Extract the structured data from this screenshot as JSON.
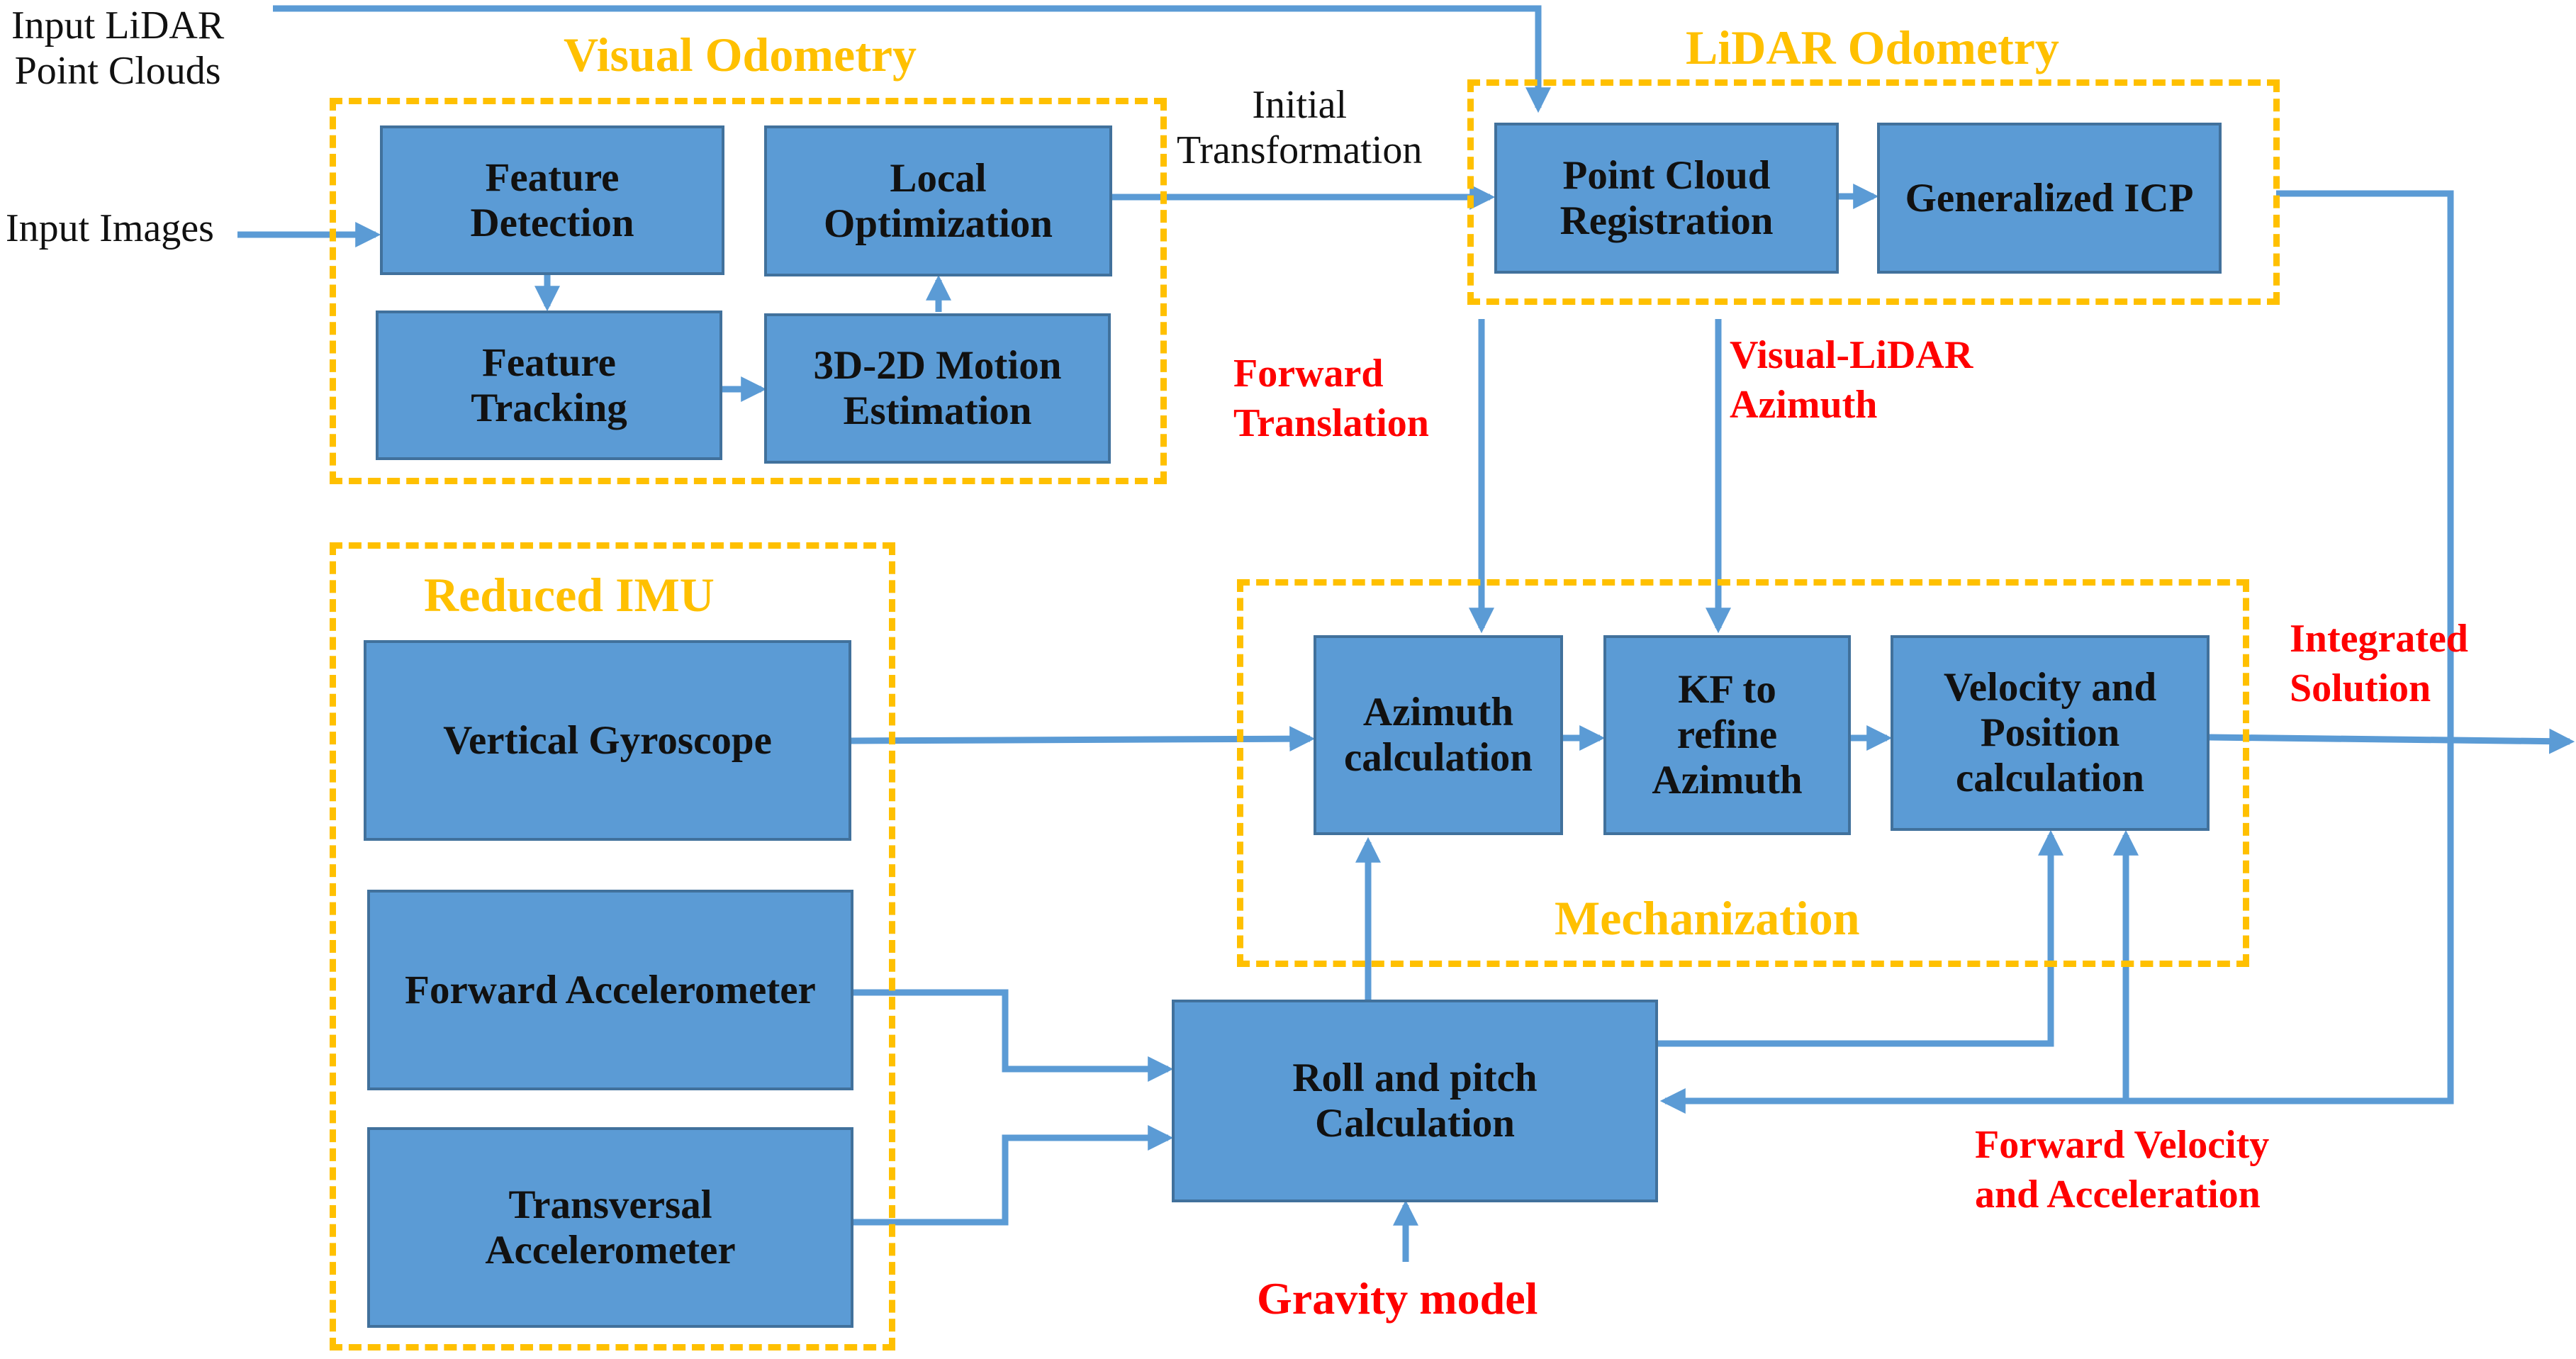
{
  "inputs": {
    "lidar_point_clouds": "Input LiDAR\nPoint Clouds",
    "images": "Input Images",
    "initial_transformation": "Initial\nTransformation"
  },
  "visual_odometry": {
    "title": "Visual Odometry",
    "feature_detection": "Feature\nDetection",
    "feature_tracking": "Feature\nTracking",
    "local_optimization": "Local\nOptimization",
    "motion_estimation": "3D-2D Motion\nEstimation"
  },
  "lidar_odometry": {
    "title": "LiDAR Odometry",
    "point_cloud_registration": "Point Cloud\nRegistration",
    "generalized_icp": "Generalized ICP"
  },
  "reduced_imu": {
    "title": "Reduced IMU",
    "vertical_gyroscope": "Vertical Gyroscope",
    "forward_accelerometer": "Forward Accelerometer",
    "transversal_accelerometer": "Transversal\nAccelerometer"
  },
  "mechanization": {
    "title": "Mechanization",
    "azimuth_calculation": "Azimuth\ncalculation",
    "kf_refine_azimuth": "KF to\nrefine\nAzimuth",
    "velocity_position": "Velocity and\nPosition\ncalculation"
  },
  "roll_pitch": "Roll and pitch\nCalculation",
  "signals": {
    "forward_translation": "Forward\nTranslation",
    "visual_lidar_azimuth": "Visual-LiDAR\nAzimuth",
    "integrated_solution": "Integrated\nSolution",
    "forward_velocity_acceleration": "Forward Velocity\nand    Acceleration",
    "gravity_model": "Gravity model"
  },
  "colors": {
    "block_fill": "#5B9BD5",
    "block_border": "#41719C",
    "arrow": "#5B9BD5",
    "region_dash": "#FFC000",
    "signal_text": "#FF0000"
  }
}
